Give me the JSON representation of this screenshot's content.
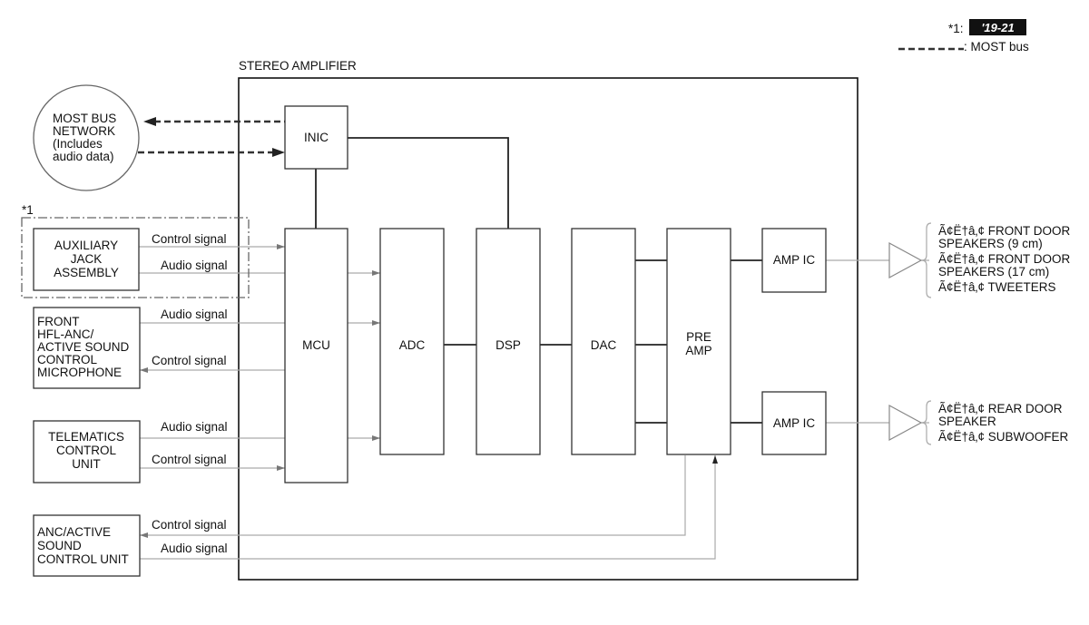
{
  "legend": {
    "note_ref": "*1:",
    "note_value": "'19-21",
    "most_label": ": MOST bus"
  },
  "amp_title": "STEREO AMPLIFIER",
  "blocks": {
    "inic": "INIC",
    "mcu": "MCU",
    "adc": "ADC",
    "dsp": "DSP",
    "dac": "DAC",
    "preamp": [
      "PRE",
      "AMP"
    ],
    "ampic_top": "AMP IC",
    "ampic_bottom": "AMP IC"
  },
  "external": {
    "most_network": [
      "MOST BUS",
      "NETWORK",
      "(Includes",
      "audio data)"
    ],
    "aux_note": "*1",
    "aux_jack": [
      "AUXILIARY",
      "JACK",
      "ASSEMBLY"
    ],
    "microphone": [
      "FRONT",
      "HFL-ANC/",
      "ACTIVE SOUND",
      "CONTROL",
      "MICROPHONE"
    ],
    "telematics": [
      "TELEMATICS",
      "CONTROL",
      "UNIT"
    ],
    "anc_unit": [
      "ANC/ACTIVE",
      "SOUND",
      "CONTROL UNIT"
    ]
  },
  "signals": {
    "aux_control": "Control signal",
    "aux_audio": "Audio signal",
    "mic_audio": "Audio signal",
    "mic_control": "Control signal",
    "tcu_audio": "Audio signal",
    "tcu_control": "Control signal",
    "anc_control": "Control signal",
    "anc_audio": "Audio signal"
  },
  "outputs": {
    "front": [
      "Ã¢Ë†â‚¢ FRONT DOOR",
      "SPEAKERS (9 cm)",
      "Ã¢Ë†â‚¢ FRONT DOOR",
      "SPEAKERS (17 cm)",
      "Ã¢Ë†â‚¢ TWEETERS"
    ],
    "rear": [
      "Ã¢Ë†â‚¢ REAR DOOR",
      "SPEAKER",
      "Ã¢Ë†â‚¢ SUBWOOFER"
    ]
  }
}
